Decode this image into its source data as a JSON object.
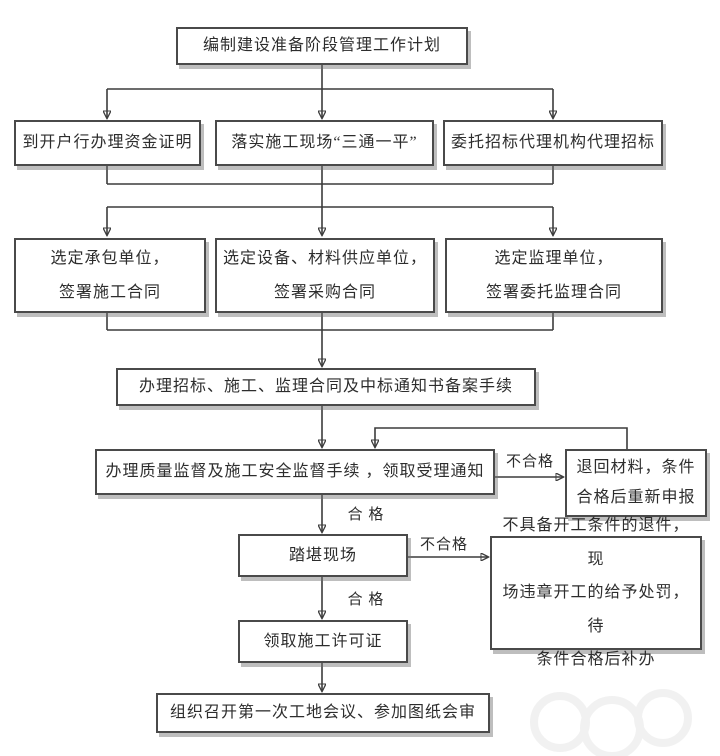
{
  "palette": {
    "line": "#3c3c3c",
    "box_border": "#4a4a4a",
    "box_background": "#ffffff",
    "shadow": "#9a9a9a"
  },
  "flow": {
    "nodes": {
      "plan": "编制建设准备阶段管理工作计划",
      "fund_cert": "到开户行办理资金证明",
      "site_ready": "落实施工现场“三通一平”",
      "bid_agency": "委托招标代理机构代理招标",
      "contractor": "选定承包单位，\n签署施工合同",
      "supplier": "选定设备、材料供应单位，\n签署采购合同",
      "supervision": "选定监理单位，\n签署委托监理合同",
      "filing": "办理招标、施工、监理合同及中标通知书备案手续",
      "quality_safety": "办理质量监督及施工安全监督手续 ，领取受理通知",
      "return_materials": "退回材料，条件\n合格后重新申报",
      "site_survey": "踏堪现场",
      "not_ready": "不具备开工条件的退件，现\n场违章开工的给予处罚，待\n条件合格后补办",
      "permit": "领取施工许可证",
      "first_meeting": "组织召开第一次工地会议、参加图纸会审"
    },
    "edge_labels": {
      "fail_quality": "不合格",
      "pass_quality": "合 格",
      "fail_survey": "不合格",
      "pass_survey": "合 格"
    }
  }
}
